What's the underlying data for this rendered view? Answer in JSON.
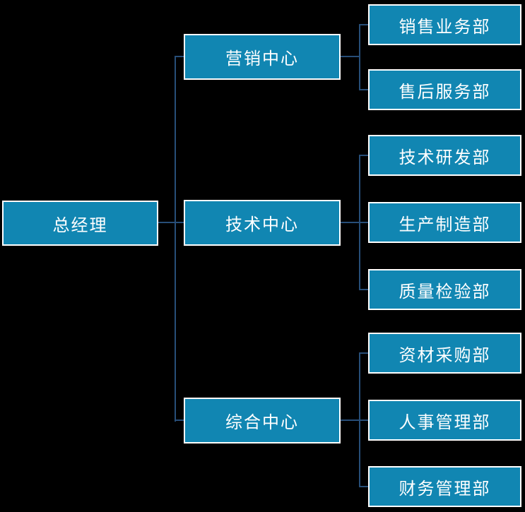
{
  "diagram": {
    "type": "org-chart",
    "root": {
      "label": "总经理"
    },
    "groups": [
      {
        "label": "营销中心",
        "children": [
          "销售业务部",
          "售后服务部"
        ]
      },
      {
        "label": "技术中心",
        "children": [
          "技术研发部",
          "生产制造部",
          "质量检验部"
        ]
      },
      {
        "label": "综合中心",
        "children": [
          "资材采购部",
          "人事管理部",
          "财务管理部"
        ]
      }
    ],
    "colors": {
      "background": "#000000",
      "box_fill": "#1186B2",
      "box_border": "#FFFFFF",
      "text": "#FFFFFF",
      "connector": "#274E78"
    }
  }
}
